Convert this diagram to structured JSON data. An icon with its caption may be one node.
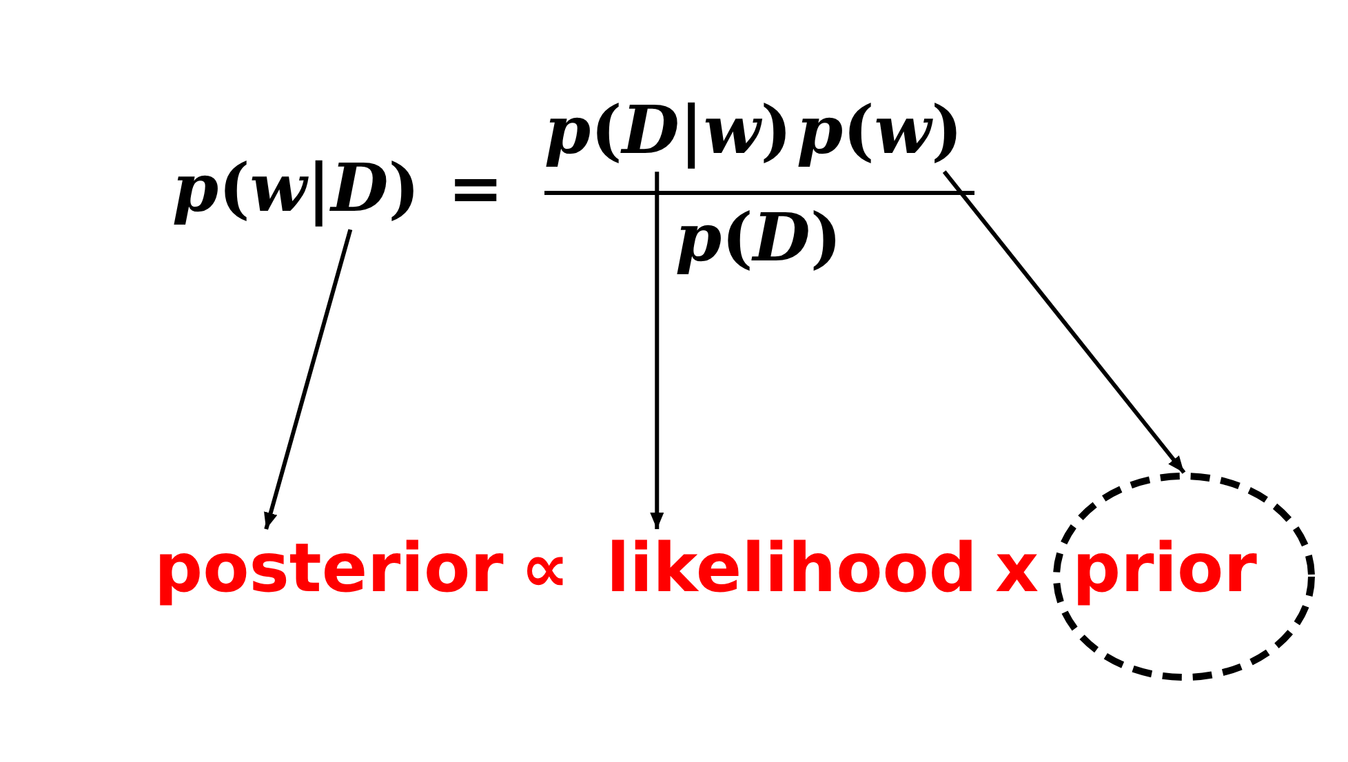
{
  "diagram": {
    "nodes": [
      {
        "text": [
          "*p*(*w*|*D*)"
        ]
      },
      {
        "text": [
          "*p*(*D*|*w*)"
        ]
      },
      {
        "text": [
          "*p*(*w*)"
        ]
      },
      {
        "text": [
          "posterior"
        ]
      },
      {
        "text": [
          "likelihood"
        ]
      },
      {
        "text": [
          "prior"
        ]
      }
    ],
    "edges": [
      {
        "from": 0,
        "to": 3,
        "arrow": "to"
      },
      {
        "from": 1,
        "to": 4,
        "arrow": "to"
      },
      {
        "from": 2,
        "to": 5,
        "arrow": "to"
      }
    ],
    "labels": [
      "=",
      "*p*(*D*)",
      "∝",
      "x"
    ]
  }
}
